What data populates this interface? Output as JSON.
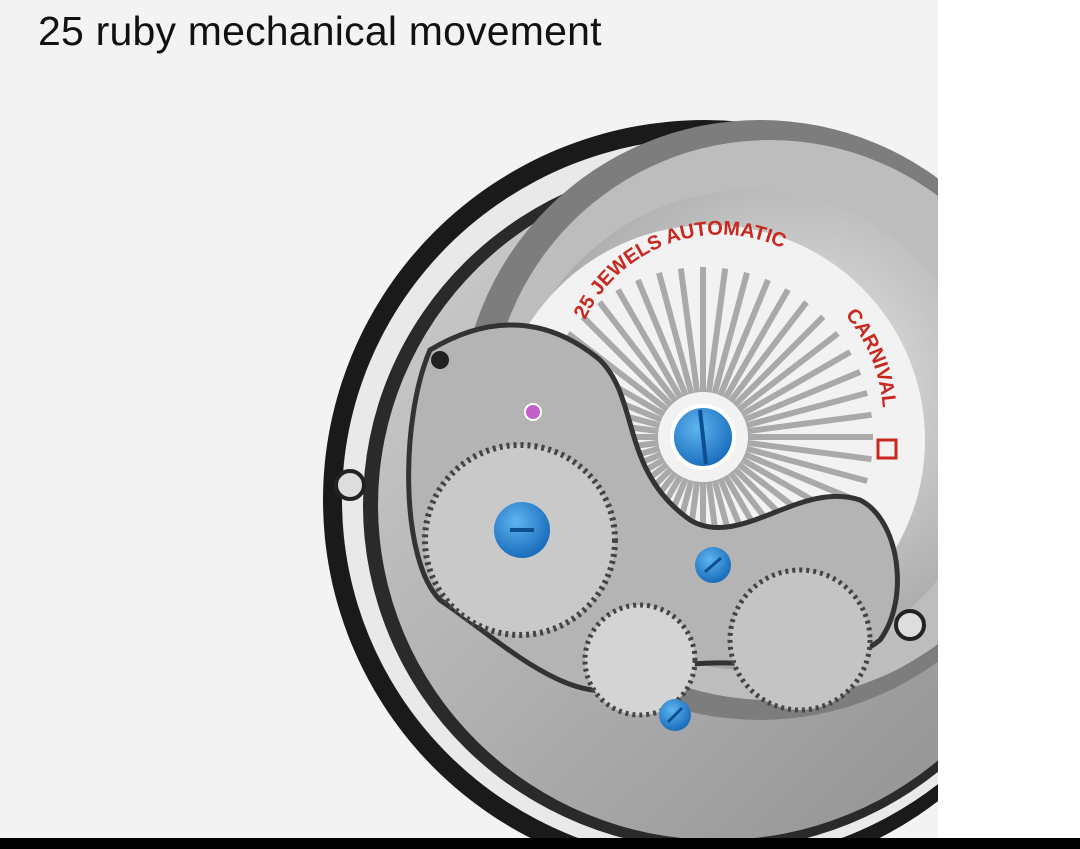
{
  "headline": "25 ruby mechanical movement",
  "movement_engraving": {
    "rotor_text": "25 JEWELS AUTOMATIC",
    "brand": "CARNIVAL"
  },
  "colors": {
    "background": "#f3f3f3",
    "screw_blue": "#1f7fd0",
    "engraving_red": "#c8281e",
    "jewel_pink": "#c45ec8"
  }
}
